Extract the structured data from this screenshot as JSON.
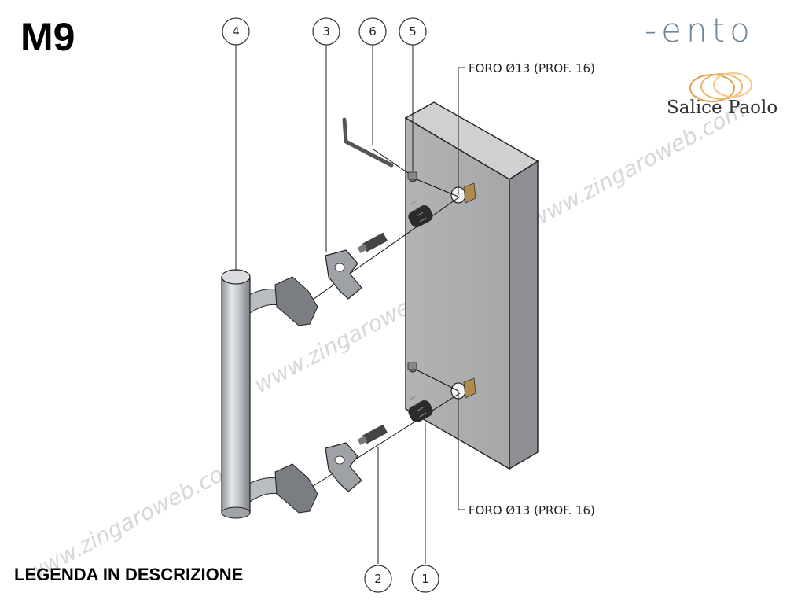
{
  "model_code": "M9",
  "legend_text": "LEGENDA IN DESCRIZIONE",
  "brand": {
    "name": "-ento",
    "dealer": "Salice Paolo",
    "accent_color": "#6e8696"
  },
  "callouts": {
    "top_hole": "FORO Ø13 (PROF. 16)",
    "bottom_hole": "FORO Ø13 (PROF. 16)"
  },
  "part_numbers": [
    "1",
    "2",
    "3",
    "4",
    "5",
    "6"
  ],
  "watermark": "www.zingaroweb.com"
}
